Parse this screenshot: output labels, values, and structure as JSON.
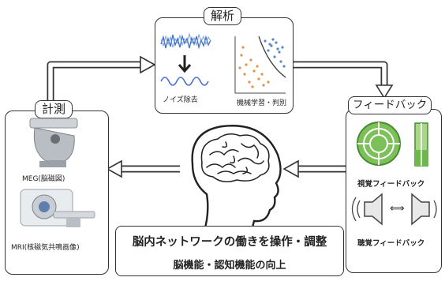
{
  "analysis": {
    "title": "解析",
    "noise_label": "ノイズ除去",
    "ml_label": "機械学習・判別"
  },
  "measurement": {
    "title": "計測",
    "meg_label": "MEG(脳磁図)",
    "mri_label": "MRI(核磁気共鳴画像)"
  },
  "feedback": {
    "title": "フィードバック",
    "visual_label": "視覚フィードバック",
    "auditory_label": "聴覚フィードバック",
    "exchange_symbol": "⟺"
  },
  "outcome": {
    "line1": "脳内ネットワークの働きを操作・調整",
    "line2": "脳機能・認知機能の向上"
  },
  "colors": {
    "signal": "#3c6fc2",
    "wave": "#4a6fd0",
    "visual_green": "#7cc05a",
    "scatter_blue": "#5b86c8",
    "scatter_orange": "#e2924a"
  }
}
